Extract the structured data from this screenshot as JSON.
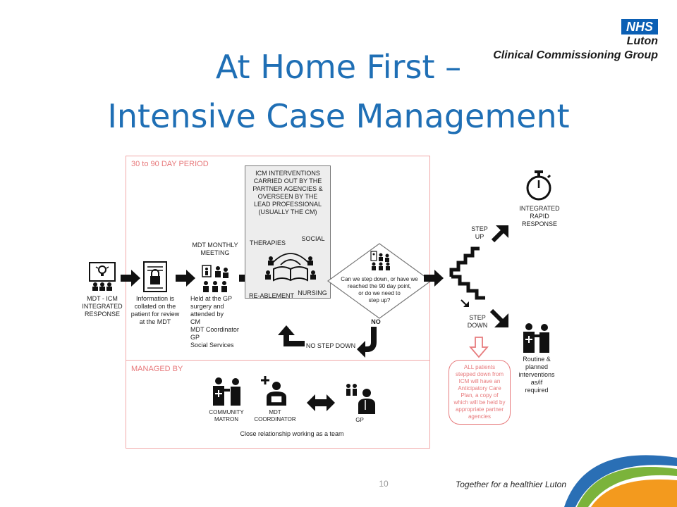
{
  "slide": {
    "title_line1": "At Home First –",
    "title_line2": "Intensive Case Management",
    "page_number": "10"
  },
  "logo": {
    "nhs": "NHS",
    "org_line1": "Luton",
    "org_line2": "Clinical Commissioning Group"
  },
  "diagram": {
    "section_period": "30 to 90 DAY PERIOD",
    "section_managed": "MANAGED BY",
    "mdt_response": [
      "MDT - ICM",
      "INTEGRATED",
      "RESPONSE"
    ],
    "info_collated": [
      "Information is",
      "collated on the",
      "patient for review",
      "at the MDT"
    ],
    "mdt_meeting_title": [
      "MDT MONTHLY",
      "MEETING"
    ],
    "mdt_meeting_details": [
      "Held at the GP",
      "surgery and",
      "attended by",
      "CM",
      "MDT Coordinator",
      "GP",
      "Social Services"
    ],
    "icm_box": [
      "ICM INTERVENTIONS",
      "CARRIED OUT BY THE",
      "PARTNER AGENCIES &",
      "OVERSEEN BY THE",
      "LEAD PROFESSIONAL",
      "(USUALLY THE CM)"
    ],
    "therapies": "THERAPIES",
    "social": "SOCIAL",
    "reablement": "RE-ABLEMENT",
    "nursing": "NURSING",
    "decision_question": [
      "Can we step down, or have we",
      "reached the 90 day point,",
      "or do we need to",
      "step up?"
    ],
    "no_label": "NO",
    "no_step_down": "NO STEP DOWN",
    "step_up": [
      "STEP",
      "UP"
    ],
    "step_down": [
      "STEP",
      "DOWN"
    ],
    "rapid_response": [
      "INTEGRATED",
      "RAPID",
      "RESPONSE"
    ],
    "routine": [
      "Routine &",
      "planned",
      "interventions",
      "as/if",
      "required"
    ],
    "step_down_note": [
      "ALL patients",
      "stepped down from",
      "ICM will have an",
      "Anticipatory Care",
      "Plan, a copy of",
      "which will be held by",
      "appropriate partner",
      "agencies"
    ],
    "community_matron": [
      "COMMUNITY",
      "MATRON"
    ],
    "mdt_coordinator": [
      "MDT",
      "COORDINATOR"
    ],
    "gp": "GP",
    "close_relationship": "Close relationship working as a team"
  },
  "footer": {
    "tagline_prefix": "Together for a ",
    "tagline_emphasis": "healthier Luton"
  },
  "colors": {
    "title_blue": "#1f6fb5",
    "nhs_blue": "#0b5fb4",
    "frame_pink": "#f1a8a8",
    "note_red": "#e7787a",
    "swoosh_orange": "#f39a1e",
    "swoosh_green": "#7bb33b",
    "swoosh_blue": "#2a6fb5"
  }
}
